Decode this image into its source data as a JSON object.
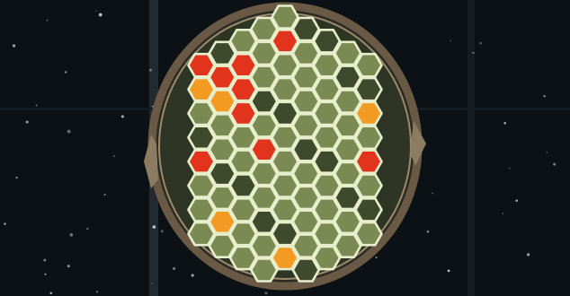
{
  "scene": {
    "colors": {
      "space": "#0c1115",
      "hull_ring": "#6a5a45",
      "honeycomb_frame": "#e6eecc",
      "cell_fill": "#7a8a52",
      "cell_dark": "#3f4a2c",
      "cell_red": "#e2341c",
      "cell_orange": "#f39a22"
    }
  },
  "honeycomb": {
    "rows": 11,
    "columns": 9,
    "orange_cells": [
      {
        "row": 8,
        "col": 1
      },
      {
        "row": 10,
        "col": 4
      },
      {
        "row": 4,
        "col": 8
      },
      {
        "row": 3,
        "col": 0
      },
      {
        "row": 3,
        "col": 1
      }
    ],
    "red_cells": [
      {
        "row": 1,
        "col": 4
      },
      {
        "row": 2,
        "col": 0
      },
      {
        "row": 2,
        "col": 1
      },
      {
        "row": 2,
        "col": 2
      },
      {
        "row": 3,
        "col": 2
      },
      {
        "row": 4,
        "col": 2
      },
      {
        "row": 6,
        "col": 0
      },
      {
        "row": 6,
        "col": 8
      },
      {
        "row": 5,
        "col": 3
      }
    ]
  }
}
